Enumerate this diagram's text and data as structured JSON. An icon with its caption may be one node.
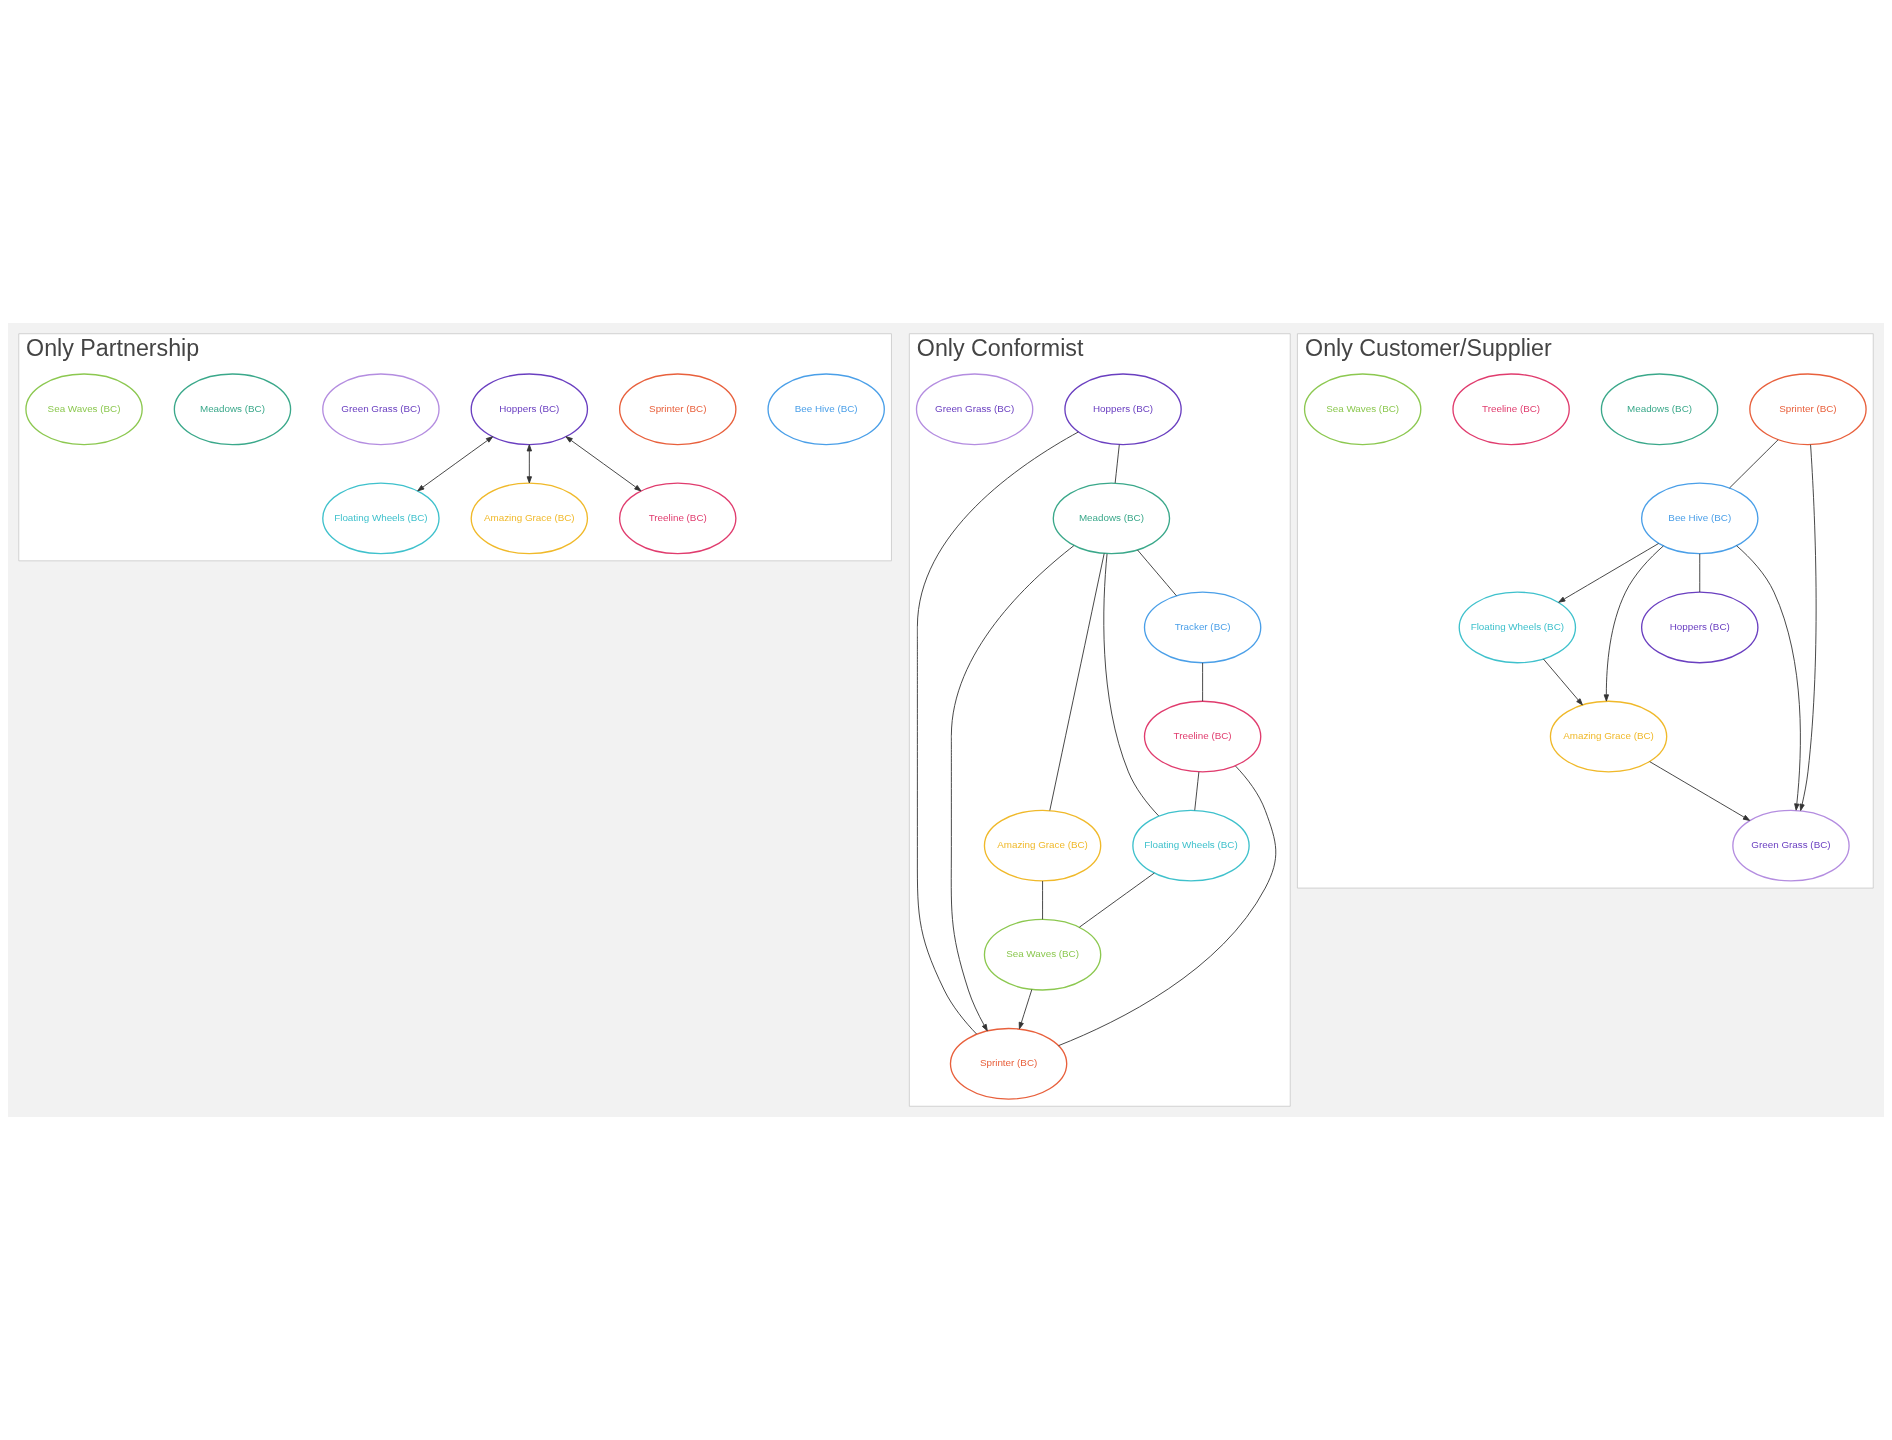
{
  "diagram": {
    "nodes": [
      {
        "text": [
          "Only Partnership"
        ]
      },
      {
        "text": [
          "Bee Hive (BC)"
        ],
        "in": 0
      },
      {
        "text": [
          "Sprinter (BC)"
        ],
        "in": 0
      },
      {
        "text": [
          "Floating Wheels (BC)"
        ],
        "in": 0
      },
      {
        "text": [
          "Amazing Grace (BC)"
        ],
        "in": 0
      },
      {
        "text": [
          "Hoppers (BC)"
        ],
        "in": 0
      },
      {
        "text": [
          "Green Grass (BC)"
        ],
        "in": 0
      },
      {
        "text": [
          "Meadows (BC)"
        ],
        "in": 0
      },
      {
        "text": [
          "Treeline (BC)"
        ],
        "in": 0
      },
      {
        "text": [
          "Sea Waves (BC)"
        ],
        "in": 0
      },
      {
        "text": [
          "Only Conformist"
        ]
      },
      {
        "text": [
          "Tracker (BC)"
        ],
        "in": 10
      },
      {
        "text": [
          "Sprinter (BC)"
        ],
        "in": 10
      },
      {
        "text": [
          "Floating Wheels (BC)"
        ],
        "in": 10
      },
      {
        "text": [
          "Amazing Grace (BC)"
        ],
        "in": 10
      },
      {
        "text": [
          "Hoppers (BC)"
        ],
        "in": 10
      },
      {
        "text": [
          "Green Grass (BC)"
        ],
        "in": 10
      },
      {
        "text": [
          "Meadows (BC)"
        ],
        "in": 10
      },
      {
        "text": [
          "Treeline (BC)"
        ],
        "in": 10
      },
      {
        "text": [
          "Sea Waves (BC)"
        ],
        "in": 10
      },
      {
        "text": [
          "Only Customer/Supplier"
        ]
      },
      {
        "text": [
          "Bee Hive (BC)"
        ],
        "in": 20
      },
      {
        "text": [
          "Sprinter (BC)"
        ],
        "in": 20
      },
      {
        "text": [
          "Floating Wheels (BC)"
        ],
        "in": 20
      },
      {
        "text": [
          "Amazing Grace (BC)"
        ],
        "in": 20
      },
      {
        "text": [
          "Hoppers (BC)"
        ],
        "in": 20
      },
      {
        "text": [
          "Green Grass (BC)"
        ],
        "in": 20
      },
      {
        "text": [
          "Meadows (BC)"
        ],
        "in": 20
      },
      {
        "text": [
          "Treeline (BC)"
        ],
        "in": 20
      },
      {
        "text": [
          "Sea Waves (BC)"
        ],
        "in": 20
      }
    ],
    "edges": [
      {
        "from": 5,
        "to": 3,
        "arrow": "both"
      },
      {
        "from": 5,
        "to": 4,
        "arrow": "both"
      },
      {
        "from": 5,
        "to": 8,
        "arrow": "both"
      },
      {
        "from": 17,
        "to": 11,
        "arrow": "none"
      },
      {
        "from": 17,
        "to": 12,
        "arrow": "to"
      },
      {
        "from": 15,
        "to": 12,
        "arrow": "none"
      },
      {
        "from": 12,
        "to": 18,
        "arrow": "none"
      },
      {
        "from": 15,
        "to": 17,
        "arrow": "none"
      },
      {
        "from": 17,
        "to": 14,
        "arrow": "none"
      },
      {
        "from": 17,
        "to": 13,
        "arrow": "none"
      },
      {
        "from": 11,
        "to": 18,
        "arrow": "none"
      },
      {
        "from": 19,
        "to": 12,
        "arrow": "to"
      },
      {
        "from": 18,
        "to": 13,
        "arrow": "none"
      },
      {
        "from": 14,
        "to": 19,
        "arrow": "none"
      },
      {
        "from": 13,
        "to": 19,
        "arrow": "none"
      },
      {
        "from": 22,
        "to": 21,
        "arrow": "none"
      },
      {
        "from": 21,
        "to": 25,
        "arrow": "none"
      },
      {
        "from": 21,
        "to": 23,
        "arrow": "to"
      },
      {
        "from": 21,
        "to": 24,
        "arrow": "to"
      },
      {
        "from": 23,
        "to": 24,
        "arrow": "to"
      },
      {
        "from": 21,
        "to": 26,
        "arrow": "to"
      },
      {
        "from": 24,
        "to": 26,
        "arrow": "to"
      },
      {
        "from": 22,
        "to": 26,
        "arrow": "to"
      }
    ]
  }
}
